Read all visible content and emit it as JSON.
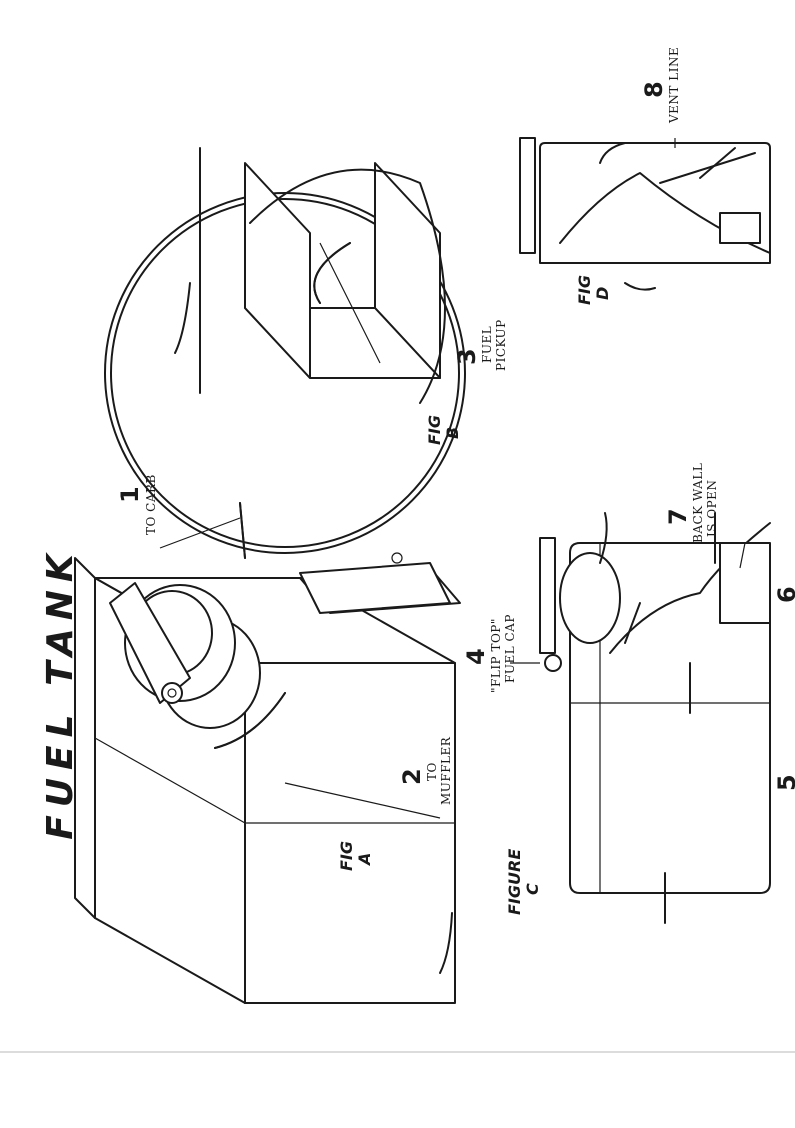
{
  "title": "FUEL TANK",
  "figures": {
    "a": {
      "line1": "FIG",
      "line2": "A"
    },
    "b": {
      "line1": "FIG",
      "line2": "B"
    },
    "c": {
      "line1": "FIGURE",
      "line2": "C"
    },
    "d": {
      "line1": "FIG",
      "line2": "D"
    }
  },
  "callouts": [
    {
      "number": "1",
      "line1": "TO CARB",
      "line2": ""
    },
    {
      "number": "2",
      "line1": "TO",
      "line2": "MUFFLER"
    },
    {
      "number": "3",
      "line1": "FUEL",
      "line2": "PICKUP"
    },
    {
      "number": "4",
      "line1": "\"FLIP TOP\"",
      "line2": "FUEL CAP"
    },
    {
      "number": "7",
      "line1": "BACK WALL",
      "line2": "IS OPEN"
    },
    {
      "number": "8",
      "line1": "VENT LINE",
      "line2": ""
    }
  ],
  "partial_numbers": [
    "5",
    "6"
  ]
}
